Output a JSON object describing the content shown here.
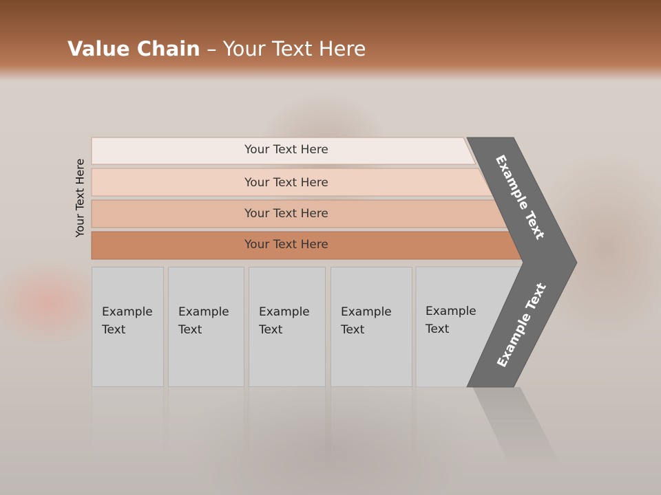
{
  "title": {
    "bold": "Value Chain",
    "rest": " – Your Text Here"
  },
  "side_label": "Your Text Here",
  "bands": [
    {
      "label": "Your Text Here",
      "color": "#f3e9e4"
    },
    {
      "label": "Your Text Here",
      "color": "#efd2c2"
    },
    {
      "label": "Your Text Here",
      "color": "#e2b9a2"
    },
    {
      "label": "Your Text Here",
      "color": "#cb8a67"
    }
  ],
  "cells": [
    {
      "label": "Example\nText"
    },
    {
      "label": "Example\nText"
    },
    {
      "label": "Example\nText"
    },
    {
      "label": "Example\nText"
    },
    {
      "label": "Example\nText"
    }
  ],
  "chevron": {
    "upper_label": "Example Text",
    "lower_label": "Example Text",
    "color": "#6e6e6e"
  }
}
